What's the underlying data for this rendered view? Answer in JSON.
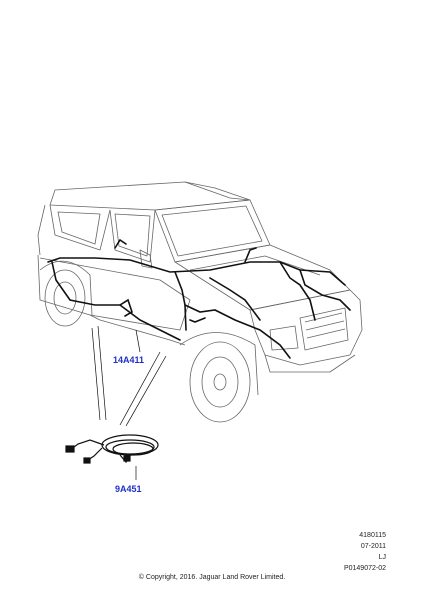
{
  "callouts": {
    "harness_main": "14A411",
    "harness_sub": "9A451"
  },
  "meta": {
    "part_number": "4180115",
    "date": "07-2011",
    "initials": "LJ",
    "illustration_ref": "P0149072-02"
  },
  "copyright": "© Copyright, 2016. Jaguar Land Rover Limited.",
  "colors": {
    "callout": "#2030c8",
    "line": "#555555",
    "harness": "#111111"
  }
}
